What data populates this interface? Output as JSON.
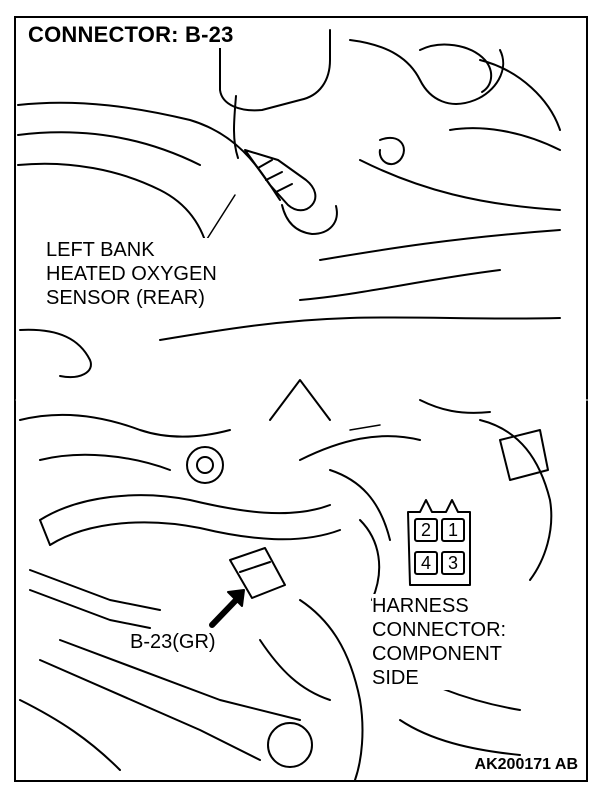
{
  "figure": {
    "connector_title": "CONNECTOR: B-23",
    "sensor_label": [
      "LEFT BANK",
      "HEATED OXYGEN",
      "SENSOR (REAR)"
    ],
    "connector_callout": "B-23(GR)",
    "harness_label": [
      "HARNESS",
      "CONNECTOR:",
      "COMPONENT",
      "SIDE"
    ],
    "pins": [
      "2",
      "1",
      "4",
      "3"
    ],
    "figure_code": "AK200171 AB"
  }
}
